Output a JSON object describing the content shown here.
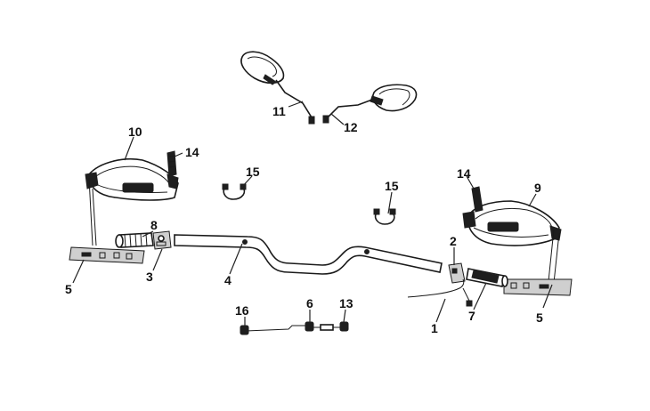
{
  "callouts": {
    "c1": "1",
    "c2": "2",
    "c3": "3",
    "c4": "4",
    "c5a": "5",
    "c5b": "5",
    "c6": "6",
    "c7": "7",
    "c8": "8",
    "c9": "9",
    "c10": "10",
    "c11": "11",
    "c12": "12",
    "c13": "13",
    "c14a": "14",
    "c14b": "14",
    "c15a": "15",
    "c15b": "15",
    "c16": "16"
  },
  "style": {
    "ink": "#1a1a1a",
    "background": "#ffffff"
  }
}
